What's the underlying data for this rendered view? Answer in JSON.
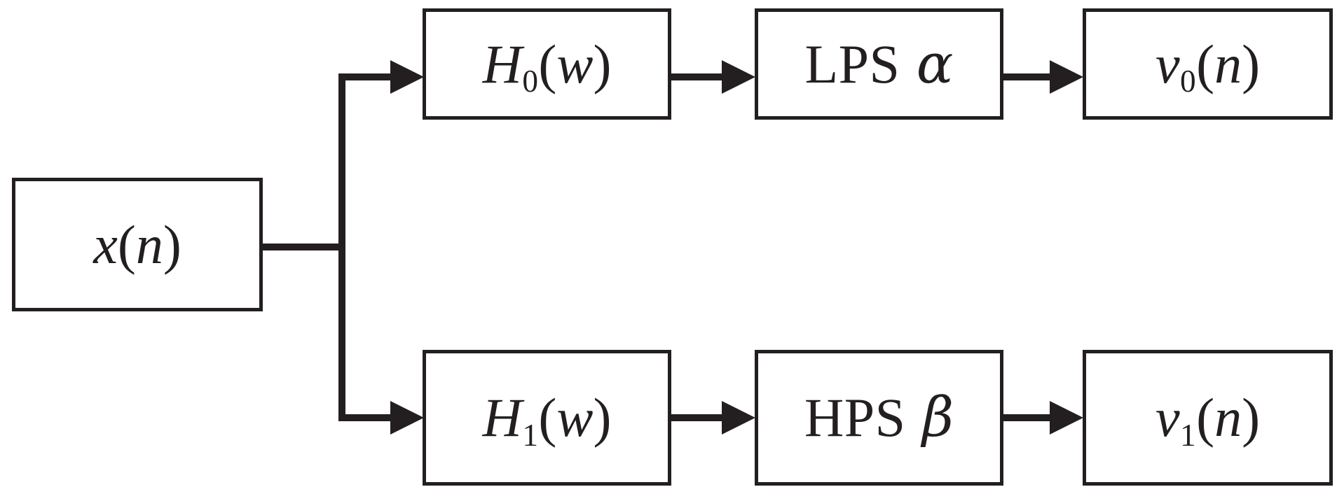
{
  "diagram": {
    "title": "Two-channel subband filter bank block diagram",
    "stroke_color": "#231f20",
    "background_color": "#ffffff",
    "blocks": [
      {
        "id": "source",
        "name": "input-signal-block",
        "text": "x(n)",
        "variable": "x",
        "argument": "n",
        "subscript": ""
      },
      {
        "id": "h0",
        "name": "lowpass-analysis-filter-block",
        "text": "H0(w)",
        "variable": "H",
        "argument": "w",
        "subscript": "0"
      },
      {
        "id": "lps",
        "name": "lps-alpha-block",
        "text": "LPS α",
        "acronym": "LPS",
        "parameter": "α"
      },
      {
        "id": "v0",
        "name": "lowband-output-block",
        "text": "v0(n)",
        "variable": "v",
        "argument": "n",
        "subscript": "0"
      },
      {
        "id": "h1",
        "name": "highpass-analysis-filter-block",
        "text": "H1(w)",
        "variable": "H",
        "argument": "w",
        "subscript": "1"
      },
      {
        "id": "hps",
        "name": "hps-beta-block",
        "text": "HPS β",
        "acronym": "HPS",
        "parameter": "β"
      },
      {
        "id": "v1",
        "name": "highband-output-block",
        "text": "v1(n)",
        "variable": "v",
        "argument": "n",
        "subscript": "1"
      }
    ],
    "connections": [
      {
        "from": "source",
        "to": "branch",
        "arrow": false
      },
      {
        "from": "branch",
        "to": "h0",
        "arrow": true
      },
      {
        "from": "branch",
        "to": "h1",
        "arrow": true
      },
      {
        "from": "h0",
        "to": "lps",
        "arrow": true
      },
      {
        "from": "lps",
        "to": "v0",
        "arrow": true
      },
      {
        "from": "h1",
        "to": "hps",
        "arrow": true
      },
      {
        "from": "hps",
        "to": "v1",
        "arrow": true
      }
    ]
  }
}
